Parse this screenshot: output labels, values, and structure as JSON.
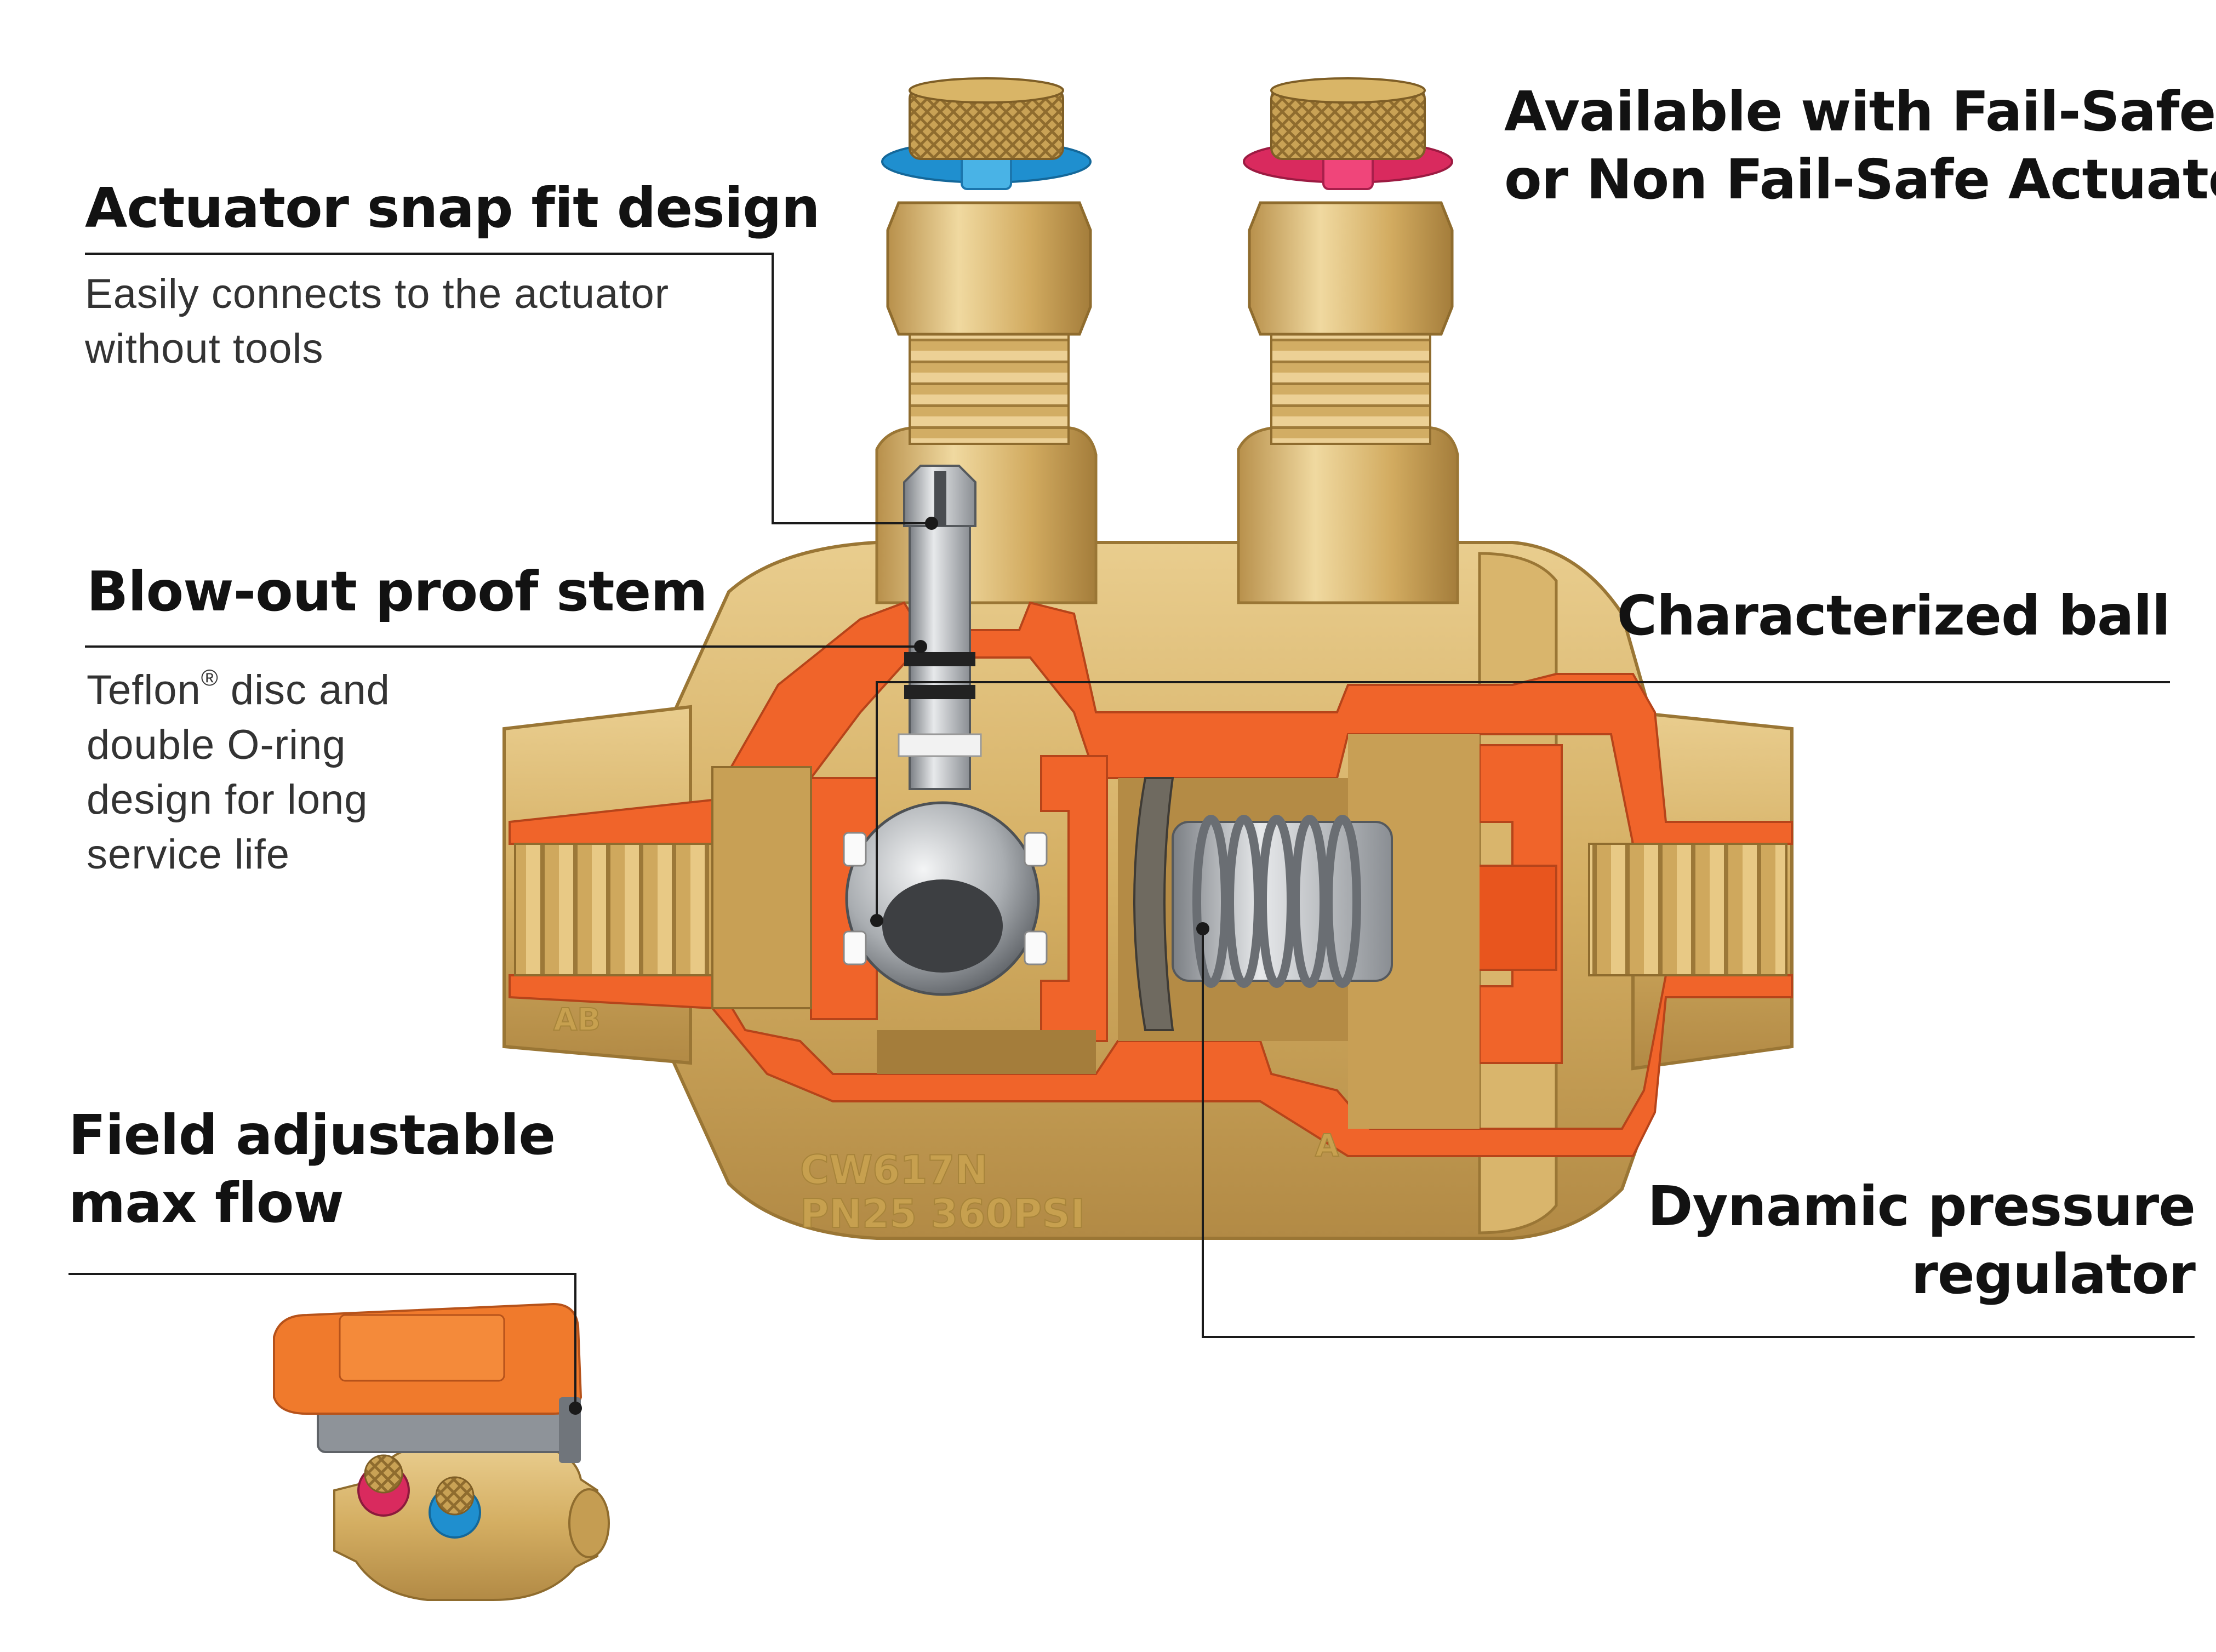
{
  "callouts": {
    "actuator_snap_fit": {
      "title": "Actuator snap fit design",
      "desc_line1": "Easily connects to the actuator",
      "desc_line2": "without tools"
    },
    "blow_out_stem": {
      "title": "Blow-out proof stem",
      "desc_line1_pre": "Teflon",
      "desc_line1_mark": "®",
      "desc_line1_post": " disc and",
      "desc_line2": "double O-ring",
      "desc_line3": "design for long",
      "desc_line4": "service life"
    },
    "field_adjustable": {
      "title_line1": "Field adjustable",
      "title_line2": "max flow"
    },
    "fail_safe": {
      "title_line1": "Available with Fail-Safe",
      "title_line2": "or Non Fail-Safe Actuator"
    },
    "characterized_ball": {
      "title": "Characterized ball"
    },
    "dynamic_pressure": {
      "title_line1": "Dynamic pressure",
      "title_line2": "regulator"
    }
  },
  "valve_markings": {
    "material": "CW617N",
    "rating": "PN25 360PSI",
    "port_a": "A",
    "port_ab": "AB"
  },
  "colors": {
    "brass": "#d6b36b",
    "brass_dark": "#a9843f",
    "cutaway_orange": "#f0642a",
    "blue_ring": "#2a9fd8",
    "red_ring": "#e8336a",
    "actuator_orange": "#f07a2c",
    "actuator_gray": "#8e9399",
    "steel": "#b9bcbf",
    "text_dark": "#121212",
    "leader_line": "#1a1a1a"
  }
}
